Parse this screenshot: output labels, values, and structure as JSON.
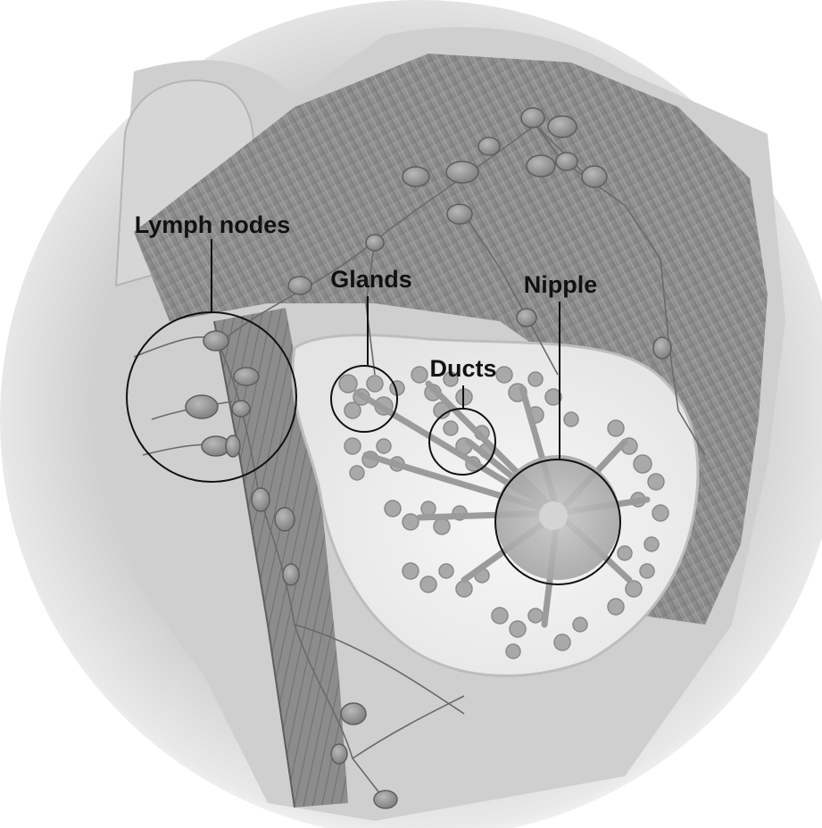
{
  "labels": {
    "lymph_nodes": "Lymph nodes",
    "glands": "Glands",
    "ducts": "Ducts",
    "nipple": "Nipple"
  },
  "colors": {
    "background": "#ffffff",
    "muscle": "#8f8f8f",
    "muscle_dark": "#6e6e6e",
    "skin": "#d9d9d9",
    "breast_tissue": "#f2f2f2",
    "gland": "#a8a8a8",
    "node": "#8a8a8a",
    "line": "#111111"
  }
}
